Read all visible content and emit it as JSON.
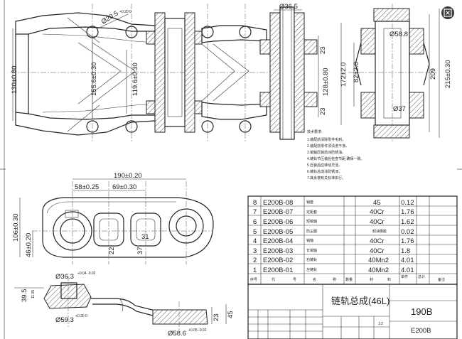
{
  "top_view": {
    "dims": {
      "pin_hole": "Ø20.5",
      "pin_hole_tol": "+0.20 0",
      "h130": "130±0.80",
      "h155": "155.6±0.30",
      "h119": "119.6±0.30",
      "h128": "128±0.80",
      "bush_dia": "Ø36.5",
      "w23a": "23",
      "w23b": "23",
      "h172": "172±2.0",
      "h82": "82±2.0",
      "d58": "Ø58.8",
      "d37": "Ø37",
      "h209": "209",
      "h215": "215±0.30"
    }
  },
  "notes": {
    "title": "技术要求:",
    "items": [
      "1.装配前清除零件毛刺。",
      "2.装配前零件须清洗干净。",
      "3.销轴压装前涂防锈油。",
      "4.链轨节压装后检查节距,确保一致。",
      "5.压装后应转动灵活。",
      "6.链轨总成涂防锈漆。",
      "7.其余按有关标准执行。"
    ]
  },
  "link_view": {
    "dims": {
      "length": "190±0.20",
      "pitch1": "58±0.25",
      "pitch2": "69±0.30",
      "h106": "106±0.30",
      "h46": "46±0.20",
      "c31": "31",
      "c22": "22",
      "c37": "37",
      "bore1": "Ø36.3",
      "bore1_tol": "+0.04 -0.02",
      "bore2": "Ø59.3",
      "bore2_tol": "+0.30 0",
      "bore3": "Ø58.6",
      "bore3_tol": "+0.05 -0.02",
      "t39": "39.5",
      "t11": "11.05",
      "t23": "23",
      "t45": "45"
    }
  },
  "bom": {
    "rows": [
      {
        "no": "8",
        "code": "E200B-08",
        "name": "销套",
        "qty": "",
        "mat": "45",
        "wt": "0.12"
      },
      {
        "no": "7",
        "code": "E200B-07",
        "name": "定距套",
        "qty": "",
        "mat": "40Cr",
        "wt": "1.76"
      },
      {
        "no": "6",
        "code": "E200B-06",
        "name": "短销轴",
        "qty": "",
        "mat": "40Cr",
        "wt": "1.62"
      },
      {
        "no": "5",
        "code": "E200B-05",
        "name": "防尘圈",
        "qty": "",
        "mat": "耐油橡胶",
        "wt": "0.02"
      },
      {
        "no": "4",
        "code": "E200B-04",
        "name": "销轴",
        "qty": "",
        "mat": "40Cr",
        "wt": "1.76"
      },
      {
        "no": "3",
        "code": "E200B-03",
        "name": "长销轴",
        "qty": "",
        "mat": "40Cr",
        "wt": "1.8"
      },
      {
        "no": "2",
        "code": "E200B-02",
        "name": "右链轨",
        "qty": "",
        "mat": "40Mn2",
        "wt": "4.01"
      },
      {
        "no": "1",
        "code": "E200B-01",
        "name": "左链轨",
        "qty": "",
        "mat": "40Mn2",
        "wt": "4.01"
      }
    ],
    "header": [
      "序号",
      "代",
      "号",
      "名",
      "称",
      "数量",
      "材",
      "料",
      "单件",
      "总计",
      "备注"
    ]
  },
  "title_block": {
    "name": "链轨总成(46L)",
    "weight": "190B",
    "model": "E200B",
    "scale": "1:2"
  },
  "ui": {
    "close_icon": "close-icon"
  }
}
